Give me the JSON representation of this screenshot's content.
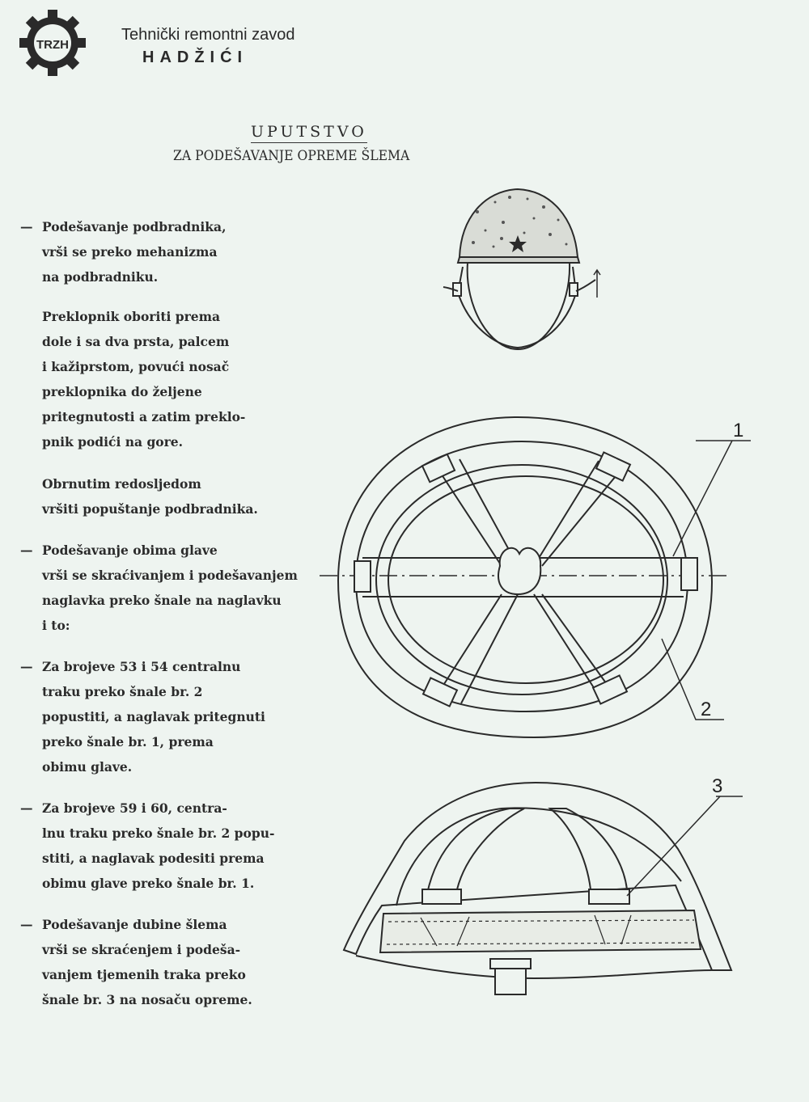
{
  "header": {
    "org_name": "Tehnički remontni zavod",
    "org_city": "HADŽIĆI",
    "logo_text": "TRZH"
  },
  "document": {
    "title": "UPUTSTVO",
    "subtitle": "ZA PODEŠAVANJE OPREME ŠLEMA",
    "sections": [
      {
        "dash": "—",
        "lines": [
          "Podešavanje podbradnika,",
          "vrši se preko mehanizma",
          "na podbradniku."
        ]
      },
      {
        "dash": "",
        "lines": [
          "Preklopnik oboriti prema",
          "dole i sa dva prsta, palcem",
          "i kažiprstom, povući nosač",
          "preklopnika do željene",
          "pritegnutosti a zatim preklo-",
          "pnik podići na gore."
        ]
      },
      {
        "dash": "",
        "lines": [
          "Obrnutim redosljedom",
          "vršiti popuštanje podbradnika."
        ]
      },
      {
        "dash": "—",
        "lines": [
          "Podešavanje obima glave",
          "vrši se skraćivanjem i podešavanjem",
          "naglavka preko šnale na naglavku",
          "i to:"
        ]
      },
      {
        "dash": "—",
        "lines": [
          "Za brojeve 53 i 54 centralnu",
          "traku preko šnale br. 2",
          "popustiti, a naglavak pritegnuti",
          "preko šnale br. 1, prema",
          "obimu glave."
        ]
      },
      {
        "dash": "—",
        "lines": [
          "Za brojeve 59 i 60, centra-",
          "lnu traku preko šnale br. 2 popu-",
          "stiti, a naglavak podesiti prema",
          "obimu glave preko šnale br. 1."
        ]
      },
      {
        "dash": "—",
        "lines": [
          "Podešavanje dubine šlema",
          "vrši se skraćenjem i podeša-",
          "vanjem tjemenih traka preko",
          "šnale br. 3 na nosaču opreme."
        ]
      }
    ]
  },
  "figures": {
    "callout_1": "1",
    "callout_2": "2",
    "callout_3": "3"
  }
}
